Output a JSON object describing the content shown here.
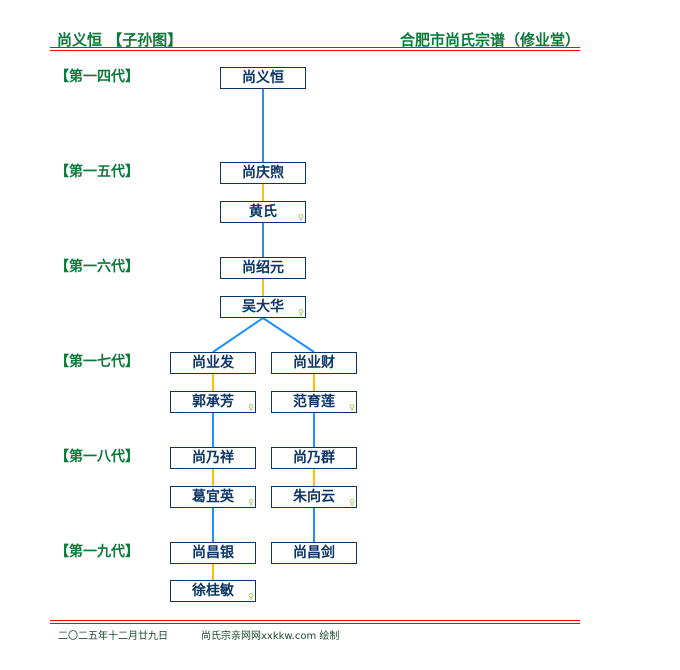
{
  "header": {
    "left": "尚义恒 【子孙图】",
    "right": "合肥市尚氏宗谱（修业堂）"
  },
  "generations": [
    "【第一四代】",
    "【第一五代】",
    "【第一六代】",
    "【第一七代】",
    "【第一八代】",
    "【第一九代】"
  ],
  "people": {
    "p1": "尚义恒",
    "p2": "尚庆煦",
    "p2s": "黄氏",
    "p3": "尚绍元",
    "p3s": "吴大华",
    "p4a": "尚业发",
    "p4as": "郭承芳",
    "p4b": "尚业财",
    "p4bs": "范育莲",
    "p5a": "尚乃祥",
    "p5as": "葛宜英",
    "p5b": "尚乃群",
    "p5bs": "朱向云",
    "p6a": "尚昌银",
    "p6as": "徐桂敏",
    "p6b": "尚昌剑"
  },
  "female_icon": "♀",
  "colors": {
    "lineage": "#1e90ff",
    "spouse": "#ffc000",
    "green": "#0a7a3a",
    "navy": "#0b3566",
    "rule": "#ff0000"
  },
  "footer": {
    "date": "二〇二五年十二月廿九日",
    "credit": "尚氏宗亲网网xxkkw.com 绘制"
  }
}
